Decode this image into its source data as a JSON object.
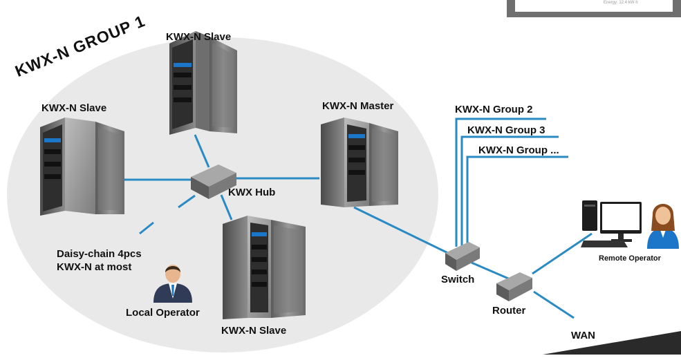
{
  "group_title": "KWX-N GROUP 1",
  "nodes": {
    "slave_top": "KWX-N Slave",
    "slave_left": "KWX-N Slave",
    "slave_bottom": "KWX-N Slave",
    "master": "KWX-N Master",
    "hub": "KWX Hub",
    "switch": "Switch",
    "router": "Router",
    "wan": "WAN"
  },
  "groups": [
    "KWX-N Group 2",
    "KWX-N Group 3",
    "KWX-N Group ..."
  ],
  "daisy_chain_note": [
    "Daisy-chain 4pcs",
    "KWX-N at most"
  ],
  "local_operator": "Local Operator",
  "remote_operator": "Remote Operator",
  "thumbnail_text": "Energy: 12.4 kW·h",
  "colors": {
    "link": "#2a8ac4",
    "ellipse": "#e9e9e9",
    "server_dark": "#3b3b3b",
    "server_light": "#9a9a9a",
    "person_suit": "#2f3b57",
    "accent_blue": "#1b75c8"
  }
}
